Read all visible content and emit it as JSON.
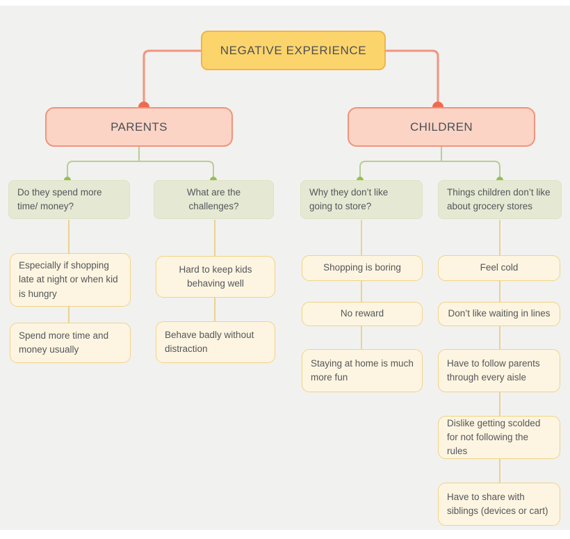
{
  "diagram": {
    "root": {
      "label": "NEGATIVE EXPERIENCE"
    },
    "branches": [
      {
        "label": "PARENTS",
        "topics": [
          {
            "label": "Do they spend more time/ money?",
            "notes": [
              "Especially if shopping late at night or when kid is hungry",
              "Spend more time and money usually"
            ]
          },
          {
            "label": "What are the challenges?",
            "notes": [
              "Hard to keep kids behaving well",
              "Behave badly without distraction"
            ]
          }
        ]
      },
      {
        "label": "CHILDREN",
        "topics": [
          {
            "label": "Why they don’t like going to store?",
            "notes": [
              "Shopping is boring",
              "No reward",
              "Staying at home is much more fun"
            ]
          },
          {
            "label": "Things children don’t like about grocery stores",
            "notes": [
              "Feel cold",
              "Don’t like waiting in lines",
              "Have to follow parents through every aisle",
              "Dislike getting scolded for not following the rules",
              "Have to share with siblings (devices or cart)"
            ]
          }
        ]
      }
    ],
    "colors": {
      "background": "#f1f1f0",
      "root_fill": "#fcd46c",
      "root_border": "#efb54b",
      "branch_fill": "#fbd4c6",
      "branch_border": "#f0937b",
      "branch_dot": "#ee6b4f",
      "topic_fill": "#e5e9d3",
      "topic_border": "#dce2c3",
      "topic_dot": "#94bf52",
      "note_fill": "#fdf5e1",
      "note_border": "#f1d385",
      "connector_pink": "#f2947e",
      "connector_green": "#bacd90",
      "connector_yellow": "#edd28e"
    }
  }
}
